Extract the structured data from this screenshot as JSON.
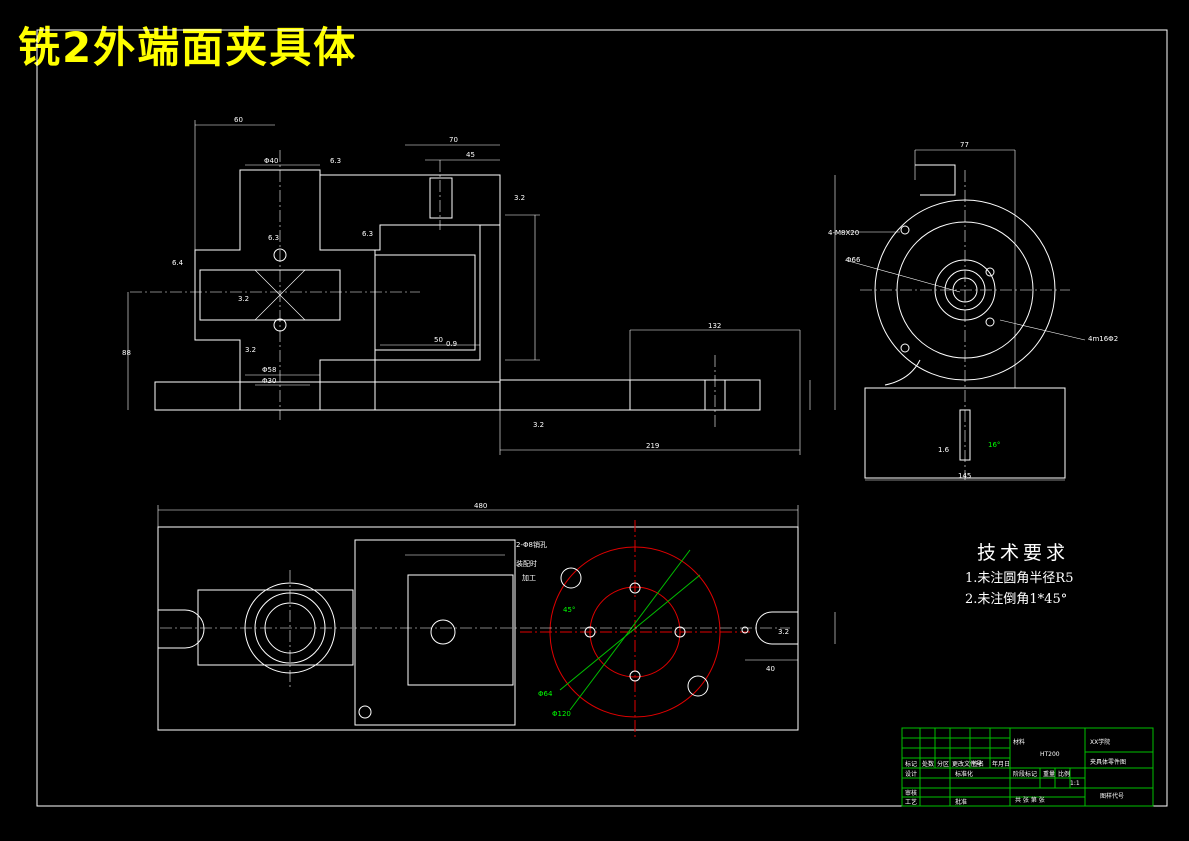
{
  "title": "铣2外端面夹具体",
  "tech_req": {
    "heading": "技术要求",
    "lines": [
      "1.未注圆角半径R5",
      "2.未注倒角1*45°"
    ]
  },
  "dims": {
    "d60": "60",
    "d70": "70",
    "d45": "45",
    "d40_6": "Φ40",
    "d6_3a": "6.3",
    "d6_3b": "6.3",
    "d6_3c": "6.3",
    "d3_2a": "3.2",
    "d3_2b": "3.2",
    "d3_2c": "3.2",
    "d3_2d": "3.2",
    "d6_4": "6.4",
    "d88": "88",
    "d58": "Φ58",
    "d30": "Φ30",
    "d50": "50",
    "d219": "219",
    "d132": "132",
    "d77": "77",
    "m8": "4-M8X20",
    "d66": "Φ66",
    "m16": "4m16Φ2",
    "d1_6": "1.6",
    "d16": "16°",
    "d145": "145",
    "d480": "480",
    "kong": "2-Φ8销孔",
    "peizuo": "装配时",
    "jiagong": "加工",
    "d40b": "40",
    "d64": "Φ64",
    "d120": "Φ120",
    "a45": "45°",
    "d0_9": "0.9",
    "d3_2e": "3.2"
  },
  "title_block": {
    "school": "XX学院",
    "name": "夹具体零件图",
    "material": "HT200",
    "code": "图样代号",
    "scale": "1:1",
    "labels": [
      "标记",
      "处数",
      "分区",
      "更改文件号",
      "签名",
      "年月日",
      "设计",
      "标准化",
      "阶段标记",
      "重量",
      "比例",
      "审核",
      "工艺",
      "批准",
      "共 张 第 张",
      "材料"
    ]
  }
}
